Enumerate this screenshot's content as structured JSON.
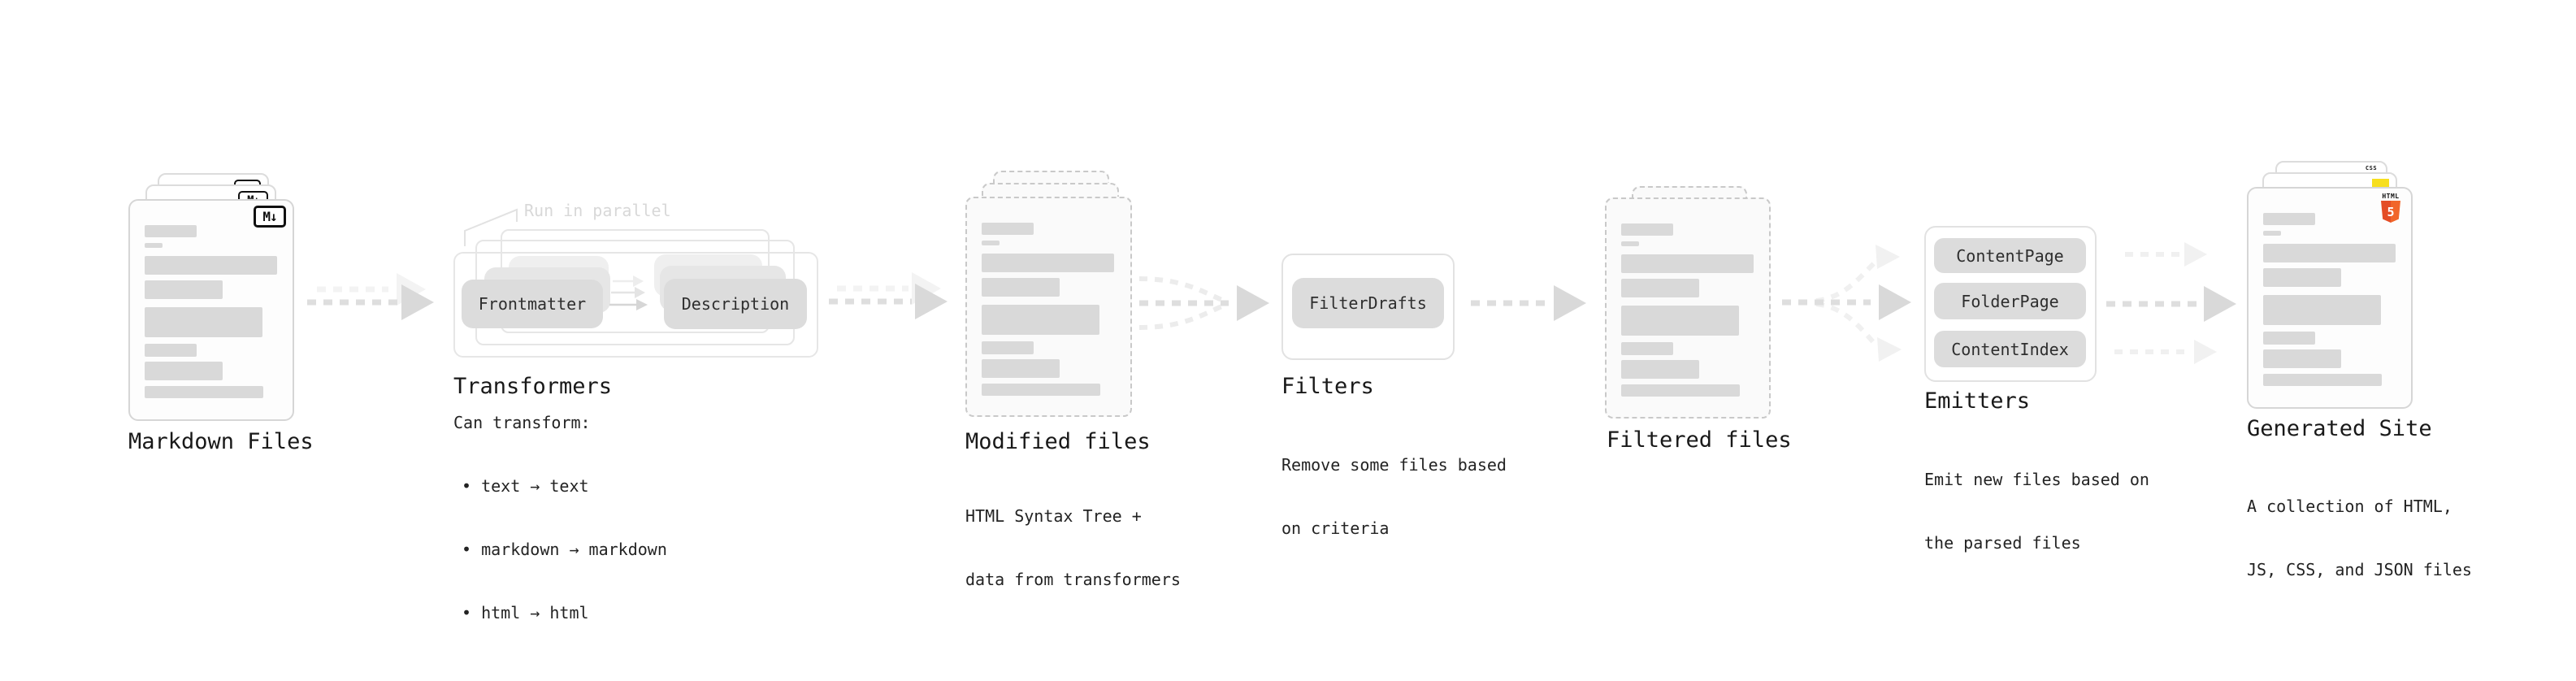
{
  "annotation": {
    "run_in_parallel": "Run in parallel"
  },
  "stages": {
    "markdown_files": {
      "title": "Markdown Files"
    },
    "transformers": {
      "title": "Transformers",
      "note": "Can transform:",
      "bullets": [
        "• text → text",
        "• markdown → markdown",
        "• html → html"
      ],
      "pill_from": "Frontmatter",
      "pill_to": "Description"
    },
    "modified_files": {
      "title": "Modified files",
      "subtitle1": "HTML Syntax Tree +",
      "subtitle2": "data from transformers"
    },
    "filters": {
      "title": "Filters",
      "subtitle1": "Remove some files based",
      "subtitle2": "on criteria",
      "pill": "FilterDrafts"
    },
    "filtered_files": {
      "title": "Filtered files"
    },
    "emitters": {
      "title": "Emitters",
      "subtitle1": "Emit new files based on",
      "subtitle2": "the parsed files",
      "pills": [
        "ContentPage",
        "FolderPage",
        "ContentIndex"
      ]
    },
    "generated_site": {
      "title": "Generated Site",
      "subtitle1": "A collection of HTML,",
      "subtitle2": "JS, CSS, and JSON files"
    }
  },
  "icons": {
    "markdown_badge": "M↓",
    "html5_word": "HTML",
    "html5_five": "5",
    "css_word": "CSS"
  },
  "colors": {
    "accent_js_yellow": "#f7df1e",
    "accent_css_blue": "#2d63e8",
    "accent_html_orange_dark": "#e44d26",
    "accent_html_orange_light": "#f16529"
  }
}
